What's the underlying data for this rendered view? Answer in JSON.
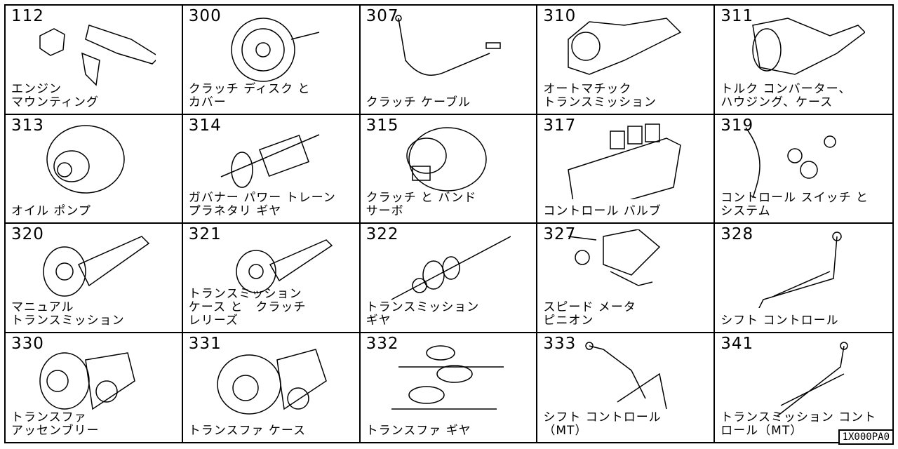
{
  "cells": [
    {
      "code": "112",
      "lines": [
        "エンジン",
        "マウンティング"
      ],
      "icon": "engine-mount-icon"
    },
    {
      "code": "300",
      "lines": [
        "クラッチ ディスク と",
        "カバー"
      ],
      "icon": "clutch-disc-icon"
    },
    {
      "code": "307",
      "lines": [
        "クラッチ ケーブル"
      ],
      "icon": "clutch-cable-icon"
    },
    {
      "code": "310",
      "lines": [
        "オートマチック",
        "トランスミッション"
      ],
      "icon": "automatic-transmission-icon"
    },
    {
      "code": "311",
      "lines": [
        "トルク コンバーター、",
        "ハウジング、ケース"
      ],
      "icon": "torque-converter-icon"
    },
    {
      "code": "313",
      "lines": [
        "オイル ポンプ"
      ],
      "icon": "oil-pump-icon"
    },
    {
      "code": "314",
      "lines": [
        "ガバナー パワー トレーン",
        "プラネタリ ギヤ"
      ],
      "icon": "governor-gear-icon"
    },
    {
      "code": "315",
      "lines": [
        "クラッチ と バンド",
        "サーボ"
      ],
      "icon": "clutch-band-icon"
    },
    {
      "code": "317",
      "lines": [
        "コントロール バルブ"
      ],
      "icon": "control-valve-icon"
    },
    {
      "code": "319",
      "lines": [
        "コントロール スイッチ と",
        "システム"
      ],
      "icon": "control-switch-icon"
    },
    {
      "code": "320",
      "lines": [
        "マニュアル",
        "トランスミッション"
      ],
      "icon": "manual-transmission-icon"
    },
    {
      "code": "321",
      "lines": [
        "トランスミッション",
        "ケース と　クラッチ",
        "レリーズ"
      ],
      "icon": "transmission-case-icon"
    },
    {
      "code": "322",
      "lines": [
        "トランスミッション",
        "ギヤ"
      ],
      "icon": "transmission-gear-icon"
    },
    {
      "code": "327",
      "lines": [
        "スピード メータ",
        "ピニオン"
      ],
      "icon": "speedometer-pinion-icon"
    },
    {
      "code": "328",
      "lines": [
        "シフト コントロール"
      ],
      "icon": "shift-control-icon"
    },
    {
      "code": "330",
      "lines": [
        "トランスファ",
        "アッセンブリー"
      ],
      "icon": "transfer-assembly-icon"
    },
    {
      "code": "331",
      "lines": [
        "トランスファ ケース"
      ],
      "icon": "transfer-case-icon"
    },
    {
      "code": "332",
      "lines": [
        "トランスファ ギヤ"
      ],
      "icon": "transfer-gear-icon"
    },
    {
      "code": "333",
      "lines": [
        "シフト コントロール",
        "（MT）"
      ],
      "icon": "shift-control-mt-icon"
    },
    {
      "code": "341",
      "lines": [
        "トランスミッション コント",
        "ロール（MT）"
      ],
      "icon": "transmission-control-mt-icon"
    }
  ],
  "footer_ref": "1X000PA0"
}
